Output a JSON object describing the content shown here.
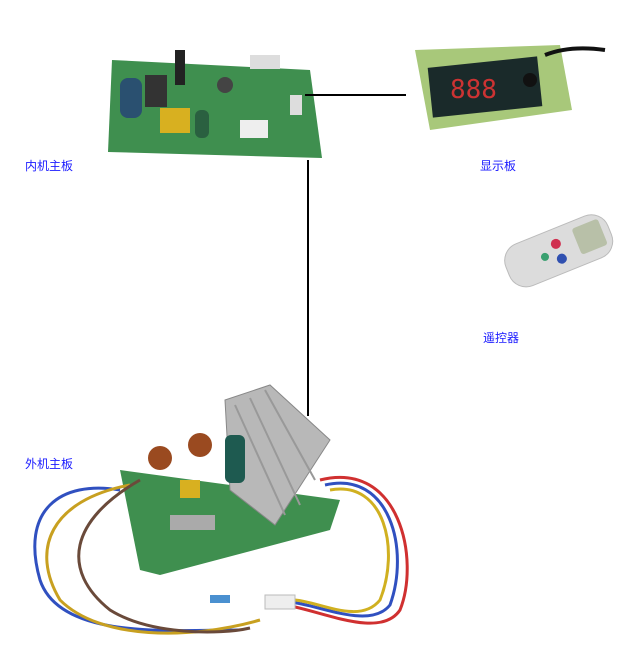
{
  "labels": {
    "indoor_board": "内机主板",
    "display_board": "显示板",
    "remote": "遥控器",
    "outdoor_board": "外机主板"
  },
  "colors": {
    "label": "#1a1aff",
    "pcb": "#3f8f4f",
    "line": "#000000"
  }
}
